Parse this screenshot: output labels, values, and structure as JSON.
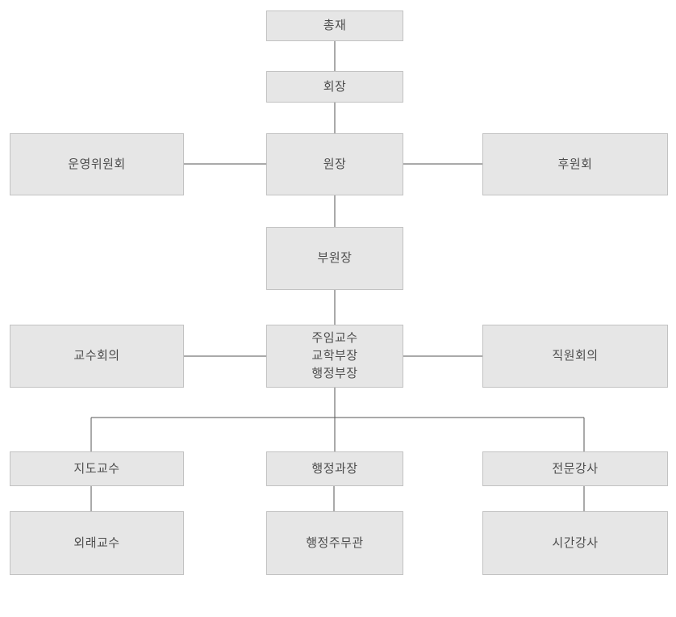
{
  "diagram": {
    "kind": "org-chart",
    "language": "ko",
    "colors": {
      "box_fill": "#e6e6e6",
      "box_border": "#c2c2c2",
      "line": "#555555",
      "text": "#4d4d4d",
      "background": "#ffffff"
    },
    "nodes": {
      "president": {
        "label": "총재"
      },
      "chairman": {
        "label": "회장"
      },
      "director": {
        "label": "원장"
      },
      "steering_committee": {
        "label": "운영위원회"
      },
      "supporters_association": {
        "label": "후원회"
      },
      "vice_director": {
        "label": "부원장"
      },
      "faculty_council": {
        "label": "교수회의"
      },
      "head_professors": {
        "lines": [
          "주임교수",
          "교학부장",
          "행정부장"
        ]
      },
      "staff_council": {
        "label": "직원회의"
      },
      "advising_professor": {
        "label": "지도교수"
      },
      "admin_section_chief": {
        "label": "행정과장"
      },
      "professional_lecturer": {
        "label": "전문강사"
      },
      "visiting_professor": {
        "label": "외래교수"
      },
      "admin_officer": {
        "label": "행정주무관"
      },
      "part_time_lecturer": {
        "label": "시간강사"
      }
    },
    "edges": [
      {
        "from": "president",
        "to": "chairman",
        "type": "reports"
      },
      {
        "from": "chairman",
        "to": "director",
        "type": "reports"
      },
      {
        "from": "steering_committee",
        "to": "director",
        "type": "lateral"
      },
      {
        "from": "director",
        "to": "supporters_association",
        "type": "lateral"
      },
      {
        "from": "director",
        "to": "vice_director",
        "type": "reports"
      },
      {
        "from": "vice_director",
        "to": "head_professors",
        "type": "reports"
      },
      {
        "from": "faculty_council",
        "to": "head_professors",
        "type": "lateral"
      },
      {
        "from": "head_professors",
        "to": "staff_council",
        "type": "lateral"
      },
      {
        "from": "head_professors",
        "to": "advising_professor",
        "type": "reports"
      },
      {
        "from": "head_professors",
        "to": "admin_section_chief",
        "type": "reports"
      },
      {
        "from": "head_professors",
        "to": "professional_lecturer",
        "type": "reports"
      },
      {
        "from": "advising_professor",
        "to": "visiting_professor",
        "type": "reports"
      },
      {
        "from": "admin_section_chief",
        "to": "admin_officer",
        "type": "reports"
      },
      {
        "from": "professional_lecturer",
        "to": "part_time_lecturer",
        "type": "reports"
      }
    ]
  }
}
